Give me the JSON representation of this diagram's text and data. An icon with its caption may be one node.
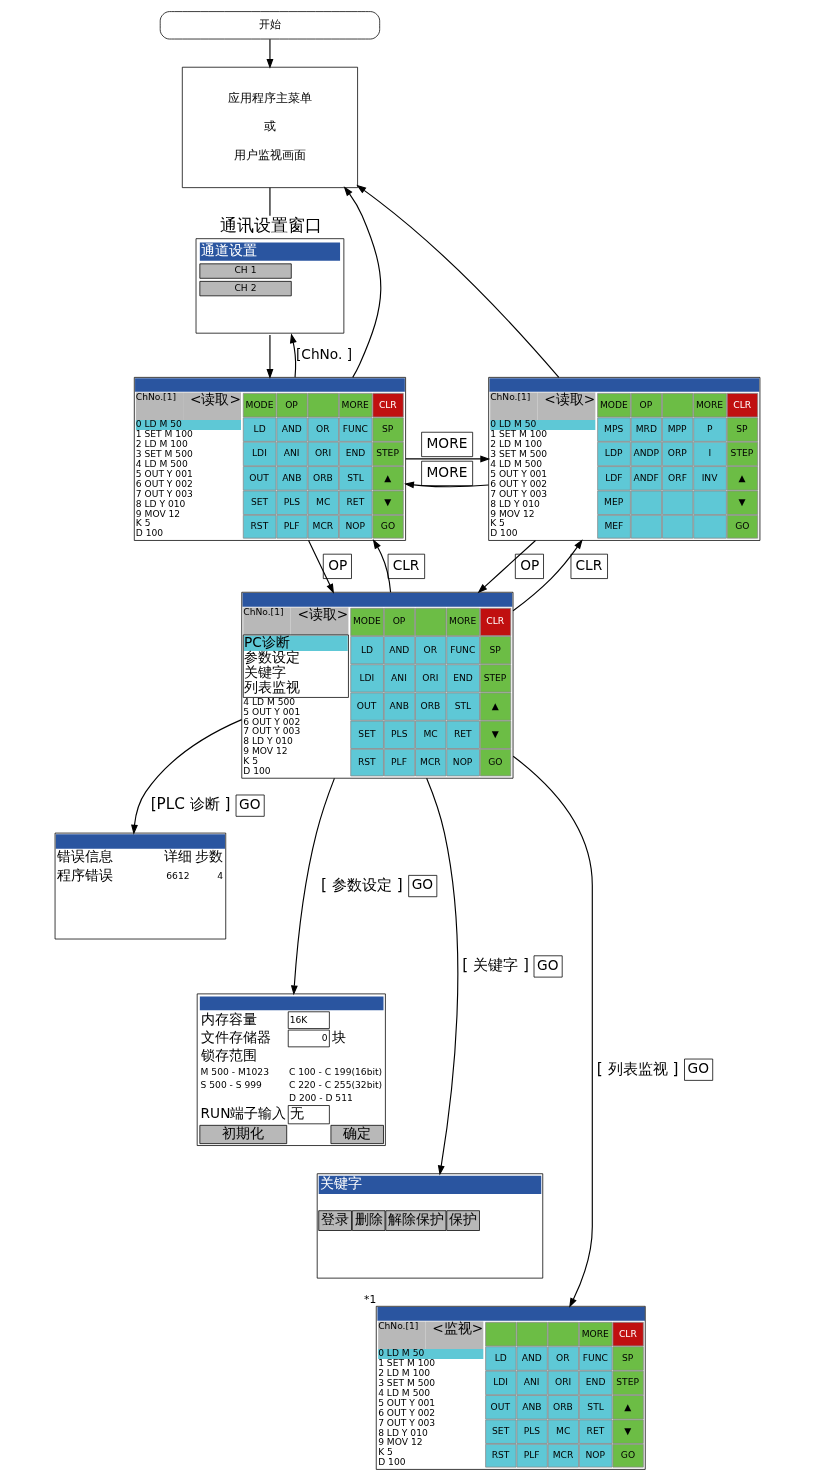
{
  "diagram": {
    "nodes": [
      {
        "text": [
          "开始"
        ]
      },
      {
        "text": [
          "应用程序主菜单",
          "或",
          "用户监视画面"
        ]
      },
      {
        "text": [
          "通讯设置窗口",
          "通道设置",
          "CH 1",
          "CH 2"
        ]
      },
      {
        "text": [
          "ChNo.[1]",
          "<读取>",
          "0 LD M 50",
          "1 SET M 100",
          "2 LD M 100",
          "3 SET M 500",
          "4 LD M 500",
          "5 OUT Y 001",
          "6 OUT Y 002",
          "7 OUT Y 003",
          "8 LD Y 010",
          "9 MOV 12",
          "K 5",
          "D 100",
          "MODE",
          "OP",
          "MORE",
          "CLR",
          "LD",
          "AND",
          "OR",
          "FUNC",
          "SP",
          "LDI",
          "ANI",
          "ORI",
          "END",
          "STEP",
          "OUT",
          "ANB",
          "ORB",
          "STL",
          "▲",
          "SET",
          "PLS",
          "MC",
          "RET",
          "▼",
          "RST",
          "PLF",
          "MCR",
          "NOP",
          "GO"
        ]
      },
      {
        "text": [
          "ChNo.[1]",
          "<读取>",
          "0 LD M 50",
          "1 SET M 100",
          "2 LD M 100",
          "3 SET M 500",
          "4 LD M 500",
          "5 OUT Y 001",
          "6 OUT Y 002",
          "7 OUT Y 003",
          "8 LD Y 010",
          "9 MOV 12",
          "K 5",
          "D 100",
          "MODE",
          "OP",
          "MORE",
          "CLR",
          "MPS",
          "MRD",
          "MPP",
          "P",
          "SP",
          "LDP",
          "ANDP",
          "ORP",
          "I",
          "STEP",
          "LDF",
          "ANDF",
          "ORF",
          "INV",
          "▲",
          "MEP",
          "▼",
          "MEF",
          "GO"
        ]
      },
      {
        "text": [
          "ChNo.[1]",
          "<读取>",
          "PC诊断",
          "参数设定",
          "关键字",
          "列表监视",
          "4 LD M 500",
          "5 OUT Y 001",
          "6 OUT Y 002",
          "7 OUT Y 003",
          "8 LD Y 010",
          "9 MOV 12",
          "K 5",
          "D 100",
          "MODE",
          "OP",
          "MORE",
          "CLR",
          "LD",
          "AND",
          "OR",
          "FUNC",
          "SP",
          "LDI",
          "ANI",
          "ORI",
          "END",
          "STEP",
          "OUT",
          "ANB",
          "ORB",
          "STL",
          "▲",
          "SET",
          "PLS",
          "MC",
          "RET",
          "▼",
          "RST",
          "PLF",
          "MCR",
          "NOP",
          "GO"
        ]
      },
      {
        "text": [
          "错误信息",
          "详细",
          "步数",
          "程序错误",
          "6612",
          "4"
        ]
      },
      {
        "text": [
          "内存容量",
          "16K",
          "文件存储器",
          "0",
          "块",
          "锁存范围",
          "M 500 - M1023",
          "S 500 - S 999",
          "C 100 - C 199(16bit)",
          "C 220 - C 255(32bit)",
          "D 200 - D 511",
          "RUN端子输入",
          "无",
          "初期化",
          "确定"
        ]
      },
      {
        "text": [
          "关键字",
          "登录",
          "删除",
          "解除保护",
          "保护"
        ]
      },
      {
        "text": [
          "ChNo.[1]",
          "<监视>",
          "0 LD M 50",
          "1 SET M 100",
          "2 LD M 100",
          "3 SET M 500",
          "4 LD M 500",
          "5 OUT Y 001",
          "6 OUT Y 002",
          "7 OUT Y 003",
          "8 LD Y 010",
          "9 MOV 12",
          "K 5",
          "D 100",
          "MORE",
          "CLR",
          "LD",
          "AND",
          "OR",
          "FUNC",
          "SP",
          "LDI",
          "ANI",
          "ORI",
          "END",
          "STEP",
          "OUT",
          "ANB",
          "ORB",
          "STL",
          "▲",
          "SET",
          "PLS",
          "MC",
          "RET",
          "▼",
          "RST",
          "PLF",
          "MCR",
          "NOP",
          "GO"
        ],
        "beside": [
          "*1"
        ]
      }
    ],
    "edges": [
      {
        "from": 0,
        "to": 1,
        "arrow": "to"
      },
      {
        "from": 1,
        "to": 2,
        "arrow": "none"
      },
      {
        "from": 2,
        "to": 3,
        "arrow": "to"
      },
      {
        "from": 3,
        "to": 2,
        "arrow": "to",
        "label": "[ChNo. ]"
      },
      {
        "from": 3,
        "to": 1,
        "arrow": "to"
      },
      {
        "from": 4,
        "to": 1,
        "arrow": "to"
      },
      {
        "from": 3,
        "to": 4,
        "arrow": "to",
        "label": "MORE"
      },
      {
        "from": 4,
        "to": 3,
        "arrow": "to",
        "label": "MORE"
      },
      {
        "from": 5,
        "to": 3,
        "arrow": "to",
        "label": "CLR"
      },
      {
        "from": 3,
        "to": 5,
        "arrow": "to",
        "label": "OP"
      },
      {
        "from": 4,
        "to": 5,
        "arrow": "to",
        "label": "OP"
      },
      {
        "from": 5,
        "to": 4,
        "arrow": "to",
        "label": "CLR"
      },
      {
        "from": 5,
        "to": 6,
        "arrow": "to",
        "label": "[PLC 诊断 ]"
      },
      {
        "from": 5,
        "to": 7,
        "arrow": "to",
        "label": "[ 参数设定 ]"
      },
      {
        "from": 5,
        "to": 8,
        "arrow": "to",
        "label": "[ 关键字 ]"
      },
      {
        "from": 5,
        "to": 9,
        "arrow": "to",
        "label": "[ 列表监视 ]"
      }
    ],
    "labels": [
      "GO",
      "GO",
      "GO",
      "GO"
    ]
  }
}
